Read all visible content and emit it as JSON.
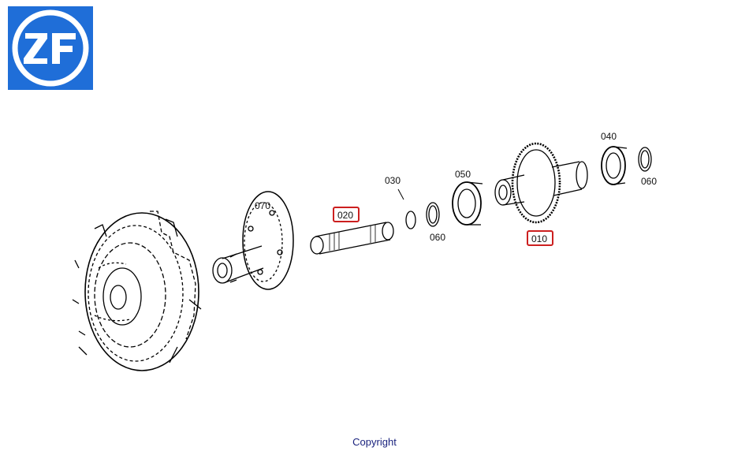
{
  "brand": {
    "logo_text": "ZF",
    "logo_color": "#1f6ed8"
  },
  "diagram": {
    "highlight_color": "#cc1f1f",
    "parts": [
      {
        "ref": "070",
        "highlighted": false
      },
      {
        "ref": "020",
        "highlighted": true
      },
      {
        "ref": "030",
        "highlighted": false
      },
      {
        "ref": "060",
        "highlighted": false
      },
      {
        "ref": "050",
        "highlighted": false
      },
      {
        "ref": "010",
        "highlighted": true
      },
      {
        "ref": "040",
        "highlighted": false
      },
      {
        "ref": "060",
        "highlighted": false
      }
    ]
  },
  "footer": {
    "copyright": "Copyright"
  }
}
